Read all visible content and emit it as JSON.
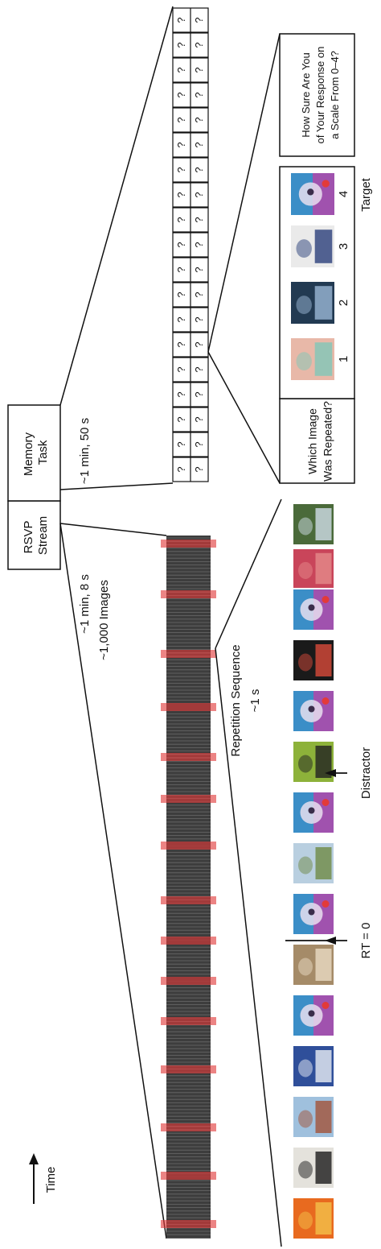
{
  "phases": {
    "rsvp": "RSVP Stream",
    "memory": "Memory Task"
  },
  "durations": {
    "rsvp_time": "~1 min, 8 s",
    "rsvp_count": "~1,000 Images",
    "memory_time": "~1 min, 50 s"
  },
  "time_axis": "Time",
  "repetition": {
    "label": "Repetition Sequence",
    "duration": "~1 s"
  },
  "markers": {
    "rt": "RT = 0",
    "distractor": "Distractor"
  },
  "memory_grid": {
    "symbol": "?",
    "cell_count": 19
  },
  "question1": "Which Image Was Repeated?",
  "question2": "How Sure Are You of Your Response on a Scale From 0–4?",
  "choice_numbers": [
    "1",
    "2",
    "3",
    "4"
  ],
  "target_label": "Target",
  "stream_thumbnails": [
    {
      "icon": "bicycle-photo-icon",
      "colors": [
        "#e86a1f",
        "#f2c04a"
      ]
    },
    {
      "icon": "shoes-photo-icon",
      "colors": [
        "#e4e2dc",
        "#1c1c1c"
      ]
    },
    {
      "icon": "people-outdoor-photo-icon",
      "colors": [
        "#9fc0dd",
        "#a3533a"
      ]
    },
    {
      "icon": "snow-photo-icon",
      "colors": [
        "#2f4f9a",
        "#eaeef4"
      ]
    },
    {
      "icon": "target-photo-icon",
      "colors": [
        "#3b8ec7",
        "#c33ea6"
      ]
    },
    {
      "icon": "basket-photo-icon",
      "colors": [
        "#a58b68",
        "#eadbc3"
      ]
    },
    {
      "icon": "target-photo-icon",
      "colors": [
        "#3b8ec7",
        "#c33ea6"
      ]
    },
    {
      "icon": "riverbank-photo-icon",
      "colors": [
        "#b9cfe0",
        "#6f8a45"
      ]
    },
    {
      "icon": "target-photo-icon",
      "colors": [
        "#3b8ec7",
        "#c33ea6"
      ]
    },
    {
      "icon": "field-photo-icon",
      "colors": [
        "#8db23a",
        "#222222"
      ]
    },
    {
      "icon": "target-photo-icon",
      "colors": [
        "#3b8ec7",
        "#c33ea6"
      ]
    },
    {
      "icon": "screen-photo-icon",
      "colors": [
        "#1a1a1a",
        "#d84a3a"
      ]
    },
    {
      "icon": "target-photo-icon",
      "colors": [
        "#3b8ec7",
        "#c33ea6"
      ]
    },
    {
      "icon": "fabric-photo-icon",
      "colors": [
        "#c9455a",
        "#e58a8a"
      ]
    },
    {
      "icon": "trees-photo-icon",
      "colors": [
        "#4a6a3a",
        "#cfdde8"
      ]
    }
  ],
  "choice_thumbnails": [
    {
      "icon": "fabric-dots-photo-icon",
      "colors": [
        "#e8b8a8",
        "#7fc7b8"
      ]
    },
    {
      "icon": "trees-sky-photo-icon",
      "colors": [
        "#223a52",
        "#9bb8d6"
      ]
    },
    {
      "icon": "desk-photo-icon",
      "colors": [
        "#eaeaea",
        "#2a3f7a"
      ]
    },
    {
      "icon": "target-photo-icon",
      "colors": [
        "#3b8ec7",
        "#c33ea6"
      ]
    }
  ],
  "colors": {
    "stream_dark": "#3d3d3d",
    "stream_stripe": "#6a6a6a",
    "repetition_red": "#e03a3a"
  }
}
